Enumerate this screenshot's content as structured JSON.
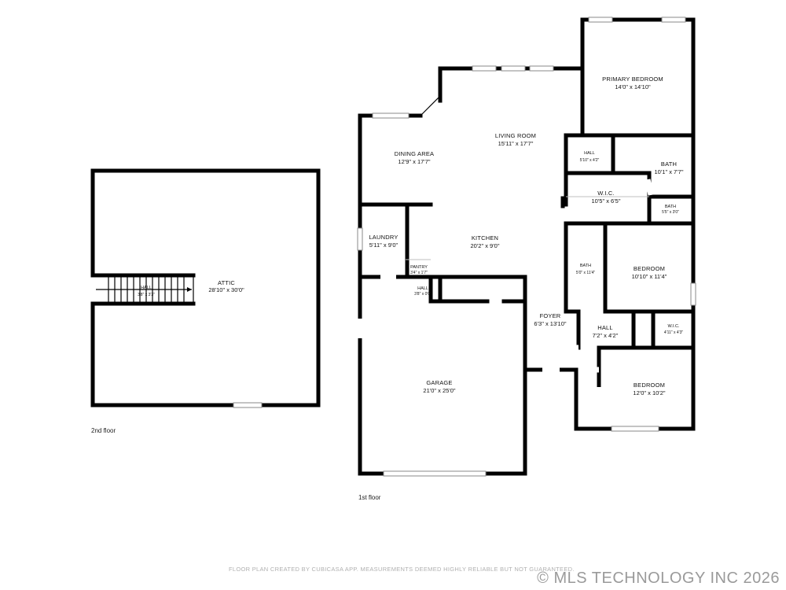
{
  "floors": {
    "second": {
      "label": "2nd floor",
      "rooms": {
        "attic": {
          "name": "ATTIC",
          "size": "28'10\" x 30'0\""
        },
        "hall": {
          "name": "HALL",
          "size": "3'8\" x 3'3\""
        }
      }
    },
    "first": {
      "label": "1st floor",
      "rooms": {
        "primary_bedroom": {
          "name": "PRIMARY BEDROOM",
          "size": "14'0\" x 14'10\""
        },
        "living_room": {
          "name": "LIVING ROOM",
          "size": "15'11\" x 17'7\""
        },
        "dining_area": {
          "name": "DINING AREA",
          "size": "12'9\" x 17'7\""
        },
        "hall_top": {
          "name": "HALL",
          "size": "5'10\" x 4'2\""
        },
        "bath_primary": {
          "name": "BATH",
          "size": "10'1\" x 7'7\""
        },
        "wic_primary": {
          "name": "W.I.C.",
          "size": "10'5\" x 6'5\""
        },
        "bath_small": {
          "name": "BATH",
          "size": "5'5\" x 3'0\""
        },
        "laundry": {
          "name": "LAUNDRY",
          "size": "5'11\" x 9'0\""
        },
        "kitchen": {
          "name": "KITCHEN",
          "size": "20'2\" x 9'0\""
        },
        "pantry": {
          "name": "PANTRY",
          "size": "3'4\" x 1'7\""
        },
        "hall_small": {
          "name": "HALL",
          "size": "3'8\" x 0'0\""
        },
        "bath_middle": {
          "name": "BATH",
          "size": "5'0\" x 11'4\""
        },
        "bedroom_2": {
          "name": "BEDROOM",
          "size": "10'10\" x 11'4\""
        },
        "foyer": {
          "name": "FOYER",
          "size": "6'3\" x 13'10\""
        },
        "hall_mid": {
          "name": "HALL",
          "size": "7'2\" x 4'2\""
        },
        "wic_small": {
          "name": "W.I.C.",
          "size": "4'11\" x 4'3\""
        },
        "garage": {
          "name": "GARAGE",
          "size": "21'0\" x 25'0\""
        },
        "bedroom_3": {
          "name": "BEDROOM",
          "size": "12'0\" x 10'2\""
        }
      }
    }
  },
  "footer": {
    "disclaimer": "FLOOR PLAN CREATED BY CUBICASA APP. MEASUREMENTS DEEMED HIGHLY RELIABLE BUT NOT GUARANTEED.",
    "copyright": "© MLS TECHNOLOGY INC 2026"
  }
}
